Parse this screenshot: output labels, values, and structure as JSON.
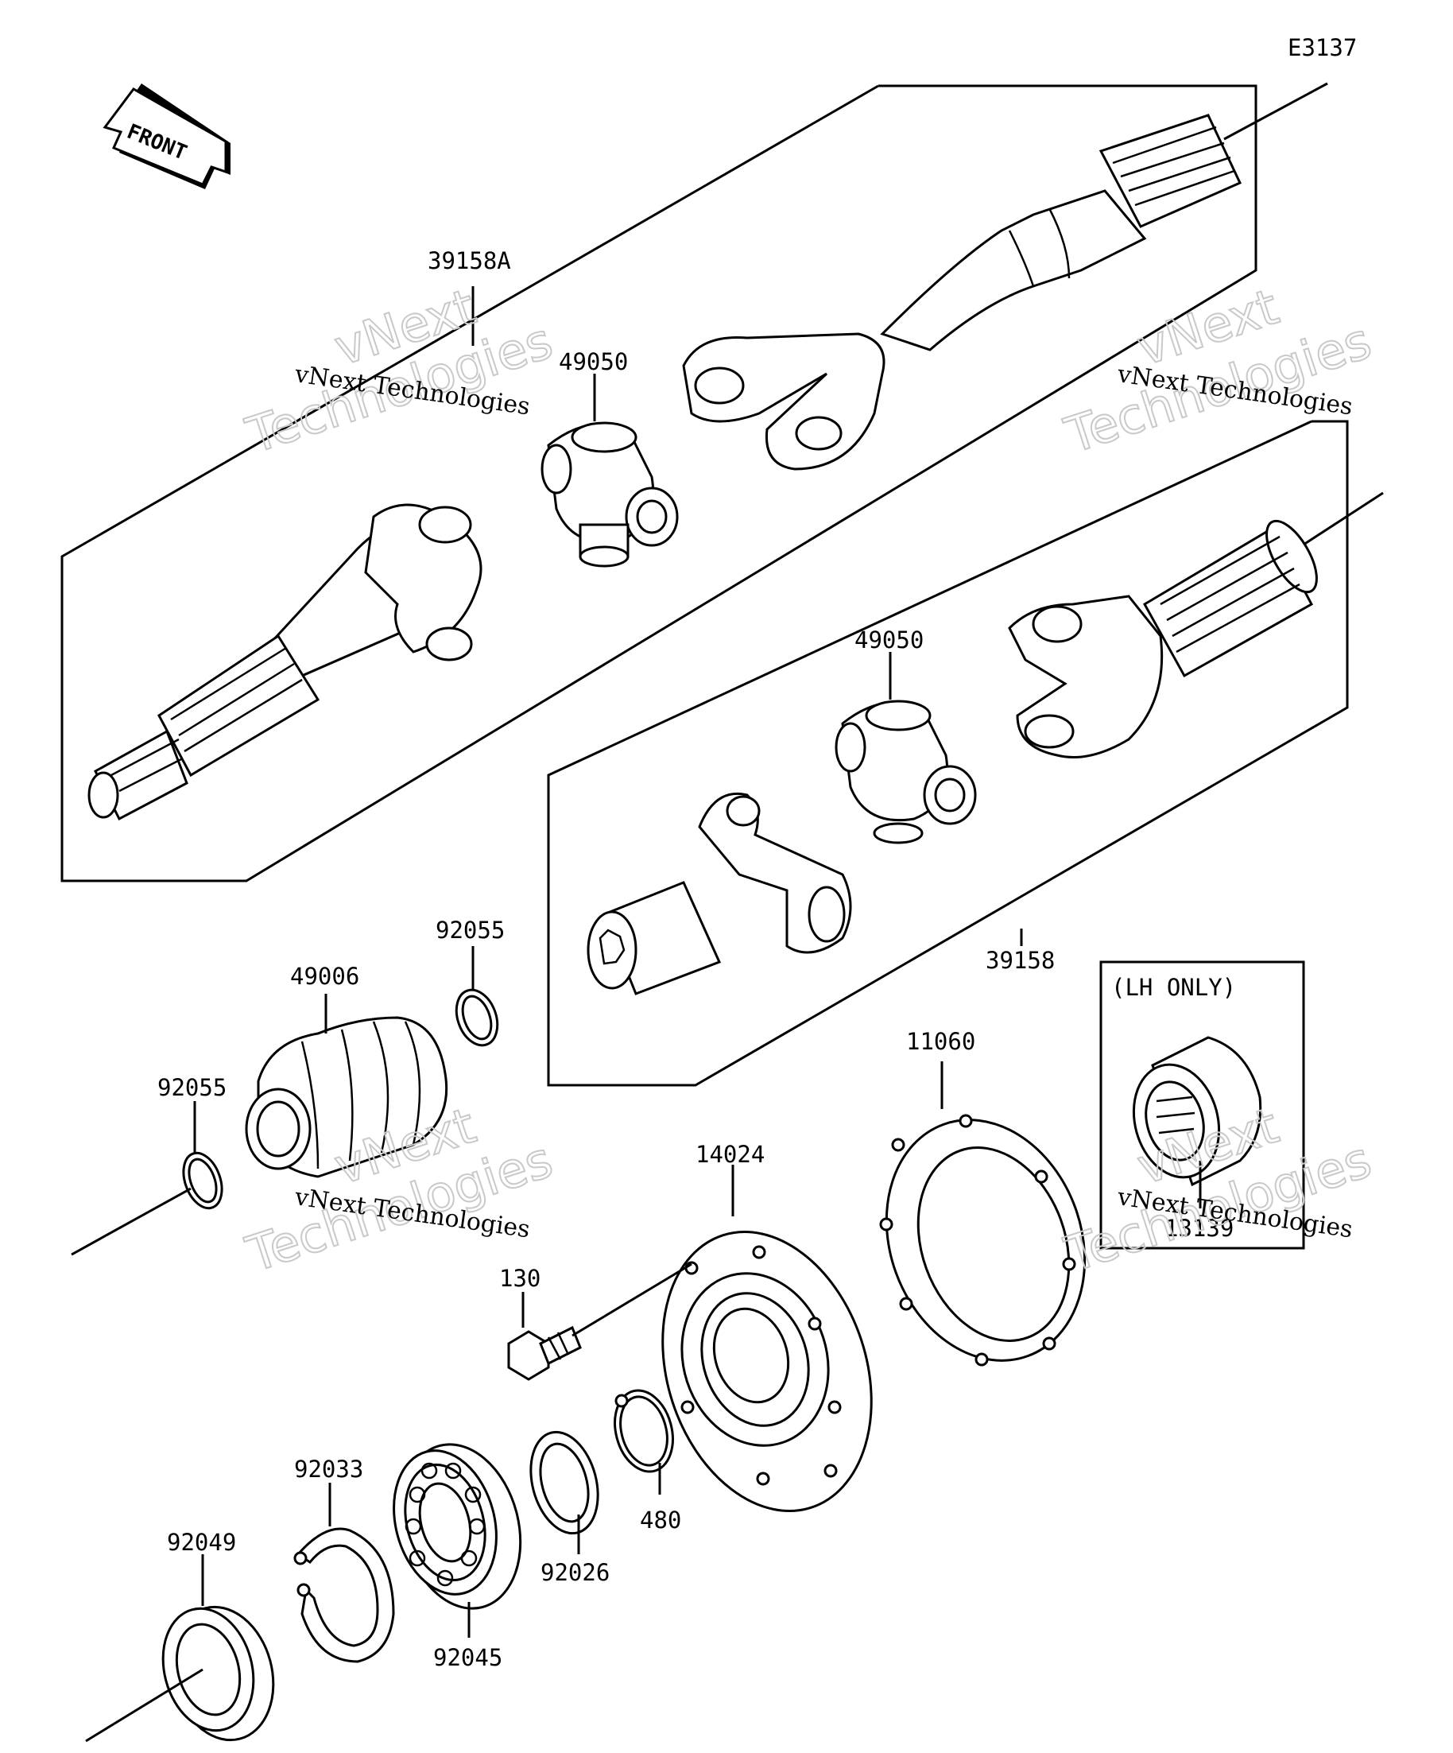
{
  "diagram_code": "E3137",
  "front_label": "FRONT",
  "lh_only_label": "(LH ONLY)",
  "watermark": {
    "line1": "vNext Technologies",
    "line2": "vNext",
    "line3": "Technologies"
  },
  "callouts": {
    "p39158A": "39158A",
    "p49050a": "49050",
    "p49050b": "49050",
    "p39158": "39158",
    "p92055a": "92055",
    "p49006": "49006",
    "p92055b": "92055",
    "p11060": "11060",
    "p14024": "14024",
    "p13139": "13139",
    "p130": "130",
    "p92033": "92033",
    "p92049": "92049",
    "p92026": "92026",
    "p480": "480",
    "p92045": "92045"
  }
}
